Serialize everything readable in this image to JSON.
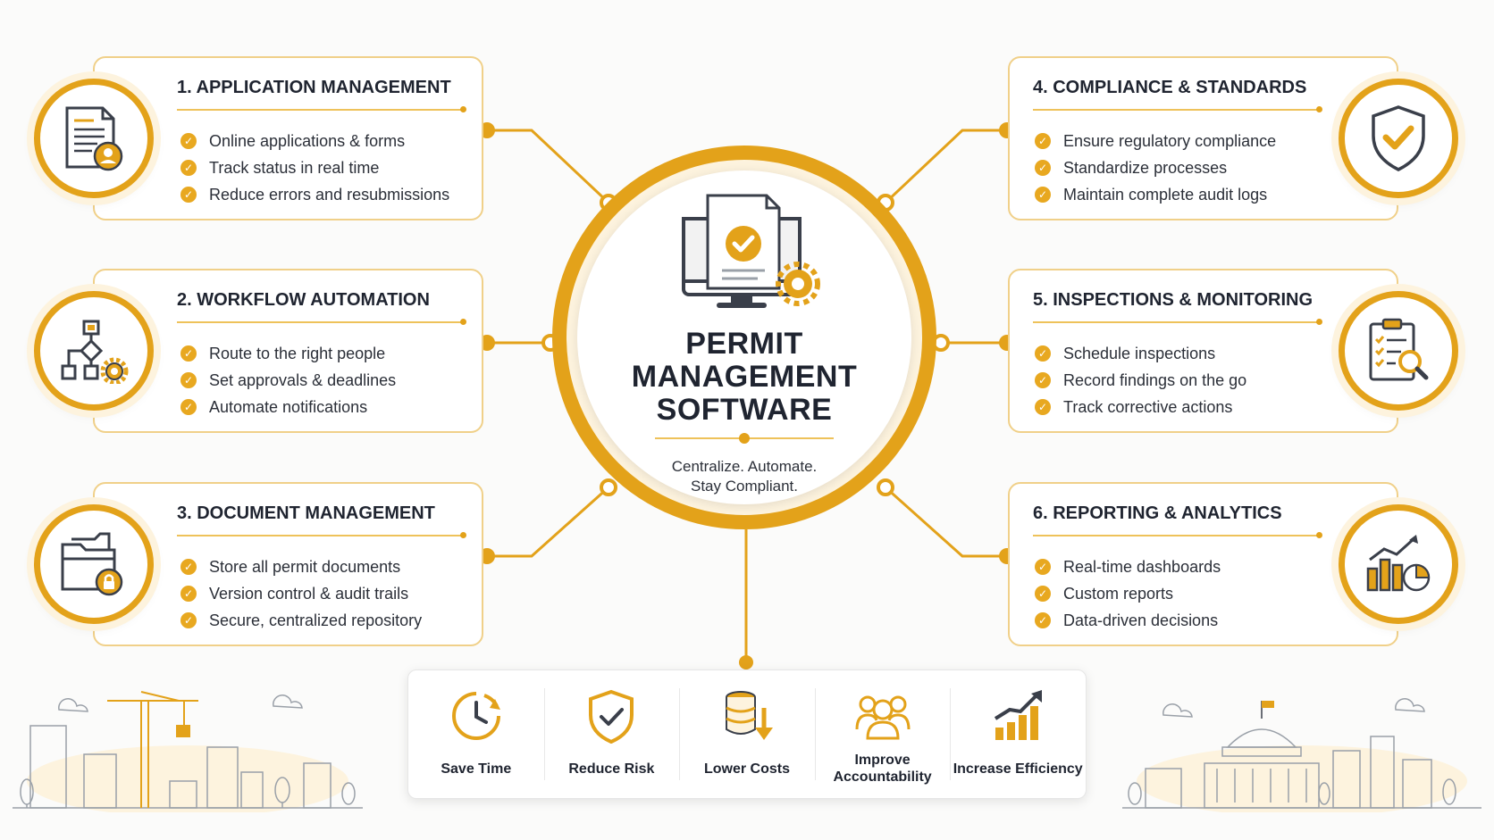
{
  "hub": {
    "title_lines": [
      "PERMIT",
      "MANAGEMENT",
      "SOFTWARE"
    ],
    "tagline_lines": [
      "Centralize. Automate.",
      "Stay Compliant."
    ],
    "icon": "monitor-document-check-icon"
  },
  "colors": {
    "accent": "#e3a21a",
    "accent_light": "#fdf3de",
    "card_border": "#f0d089",
    "text": "#1f2430"
  },
  "modules": [
    {
      "title": "1. APPLICATION MANAGEMENT",
      "icon": "application-form-icon",
      "items": [
        "Online applications & forms",
        "Track status in real time",
        "Reduce errors and resubmissions"
      ]
    },
    {
      "title": "2. WORKFLOW AUTOMATION",
      "icon": "workflow-gear-icon",
      "items": [
        "Route to the right people",
        "Set approvals & deadlines",
        "Automate notifications"
      ]
    },
    {
      "title": "3. DOCUMENT MANAGEMENT",
      "icon": "folder-lock-icon",
      "items": [
        "Store all permit documents",
        "Version control & audit trails",
        "Secure, centralized repository"
      ]
    },
    {
      "title": "4. COMPLIANCE & STANDARDS",
      "icon": "shield-check-icon",
      "items": [
        "Ensure regulatory compliance",
        "Standardize processes",
        "Maintain complete audit logs"
      ]
    },
    {
      "title": "5. INSPECTIONS & MONITORING",
      "icon": "clipboard-search-icon",
      "items": [
        "Schedule inspections",
        "Record findings on the go",
        "Track corrective actions"
      ]
    },
    {
      "title": "6. REPORTING & ANALYTICS",
      "icon": "analytics-chart-icon",
      "items": [
        "Real-time dashboards",
        "Custom reports",
        "Data-driven decisions"
      ]
    }
  ],
  "benefits": [
    {
      "label": "Save Time",
      "icon": "clock-icon"
    },
    {
      "label": "Reduce Risk",
      "icon": "shield-icon"
    },
    {
      "label": "Lower Costs",
      "icon": "coins-icon"
    },
    {
      "label": "Improve Accountability",
      "icon": "people-icon"
    },
    {
      "label": "Increase Efficiency",
      "icon": "growth-chart-icon"
    }
  ]
}
